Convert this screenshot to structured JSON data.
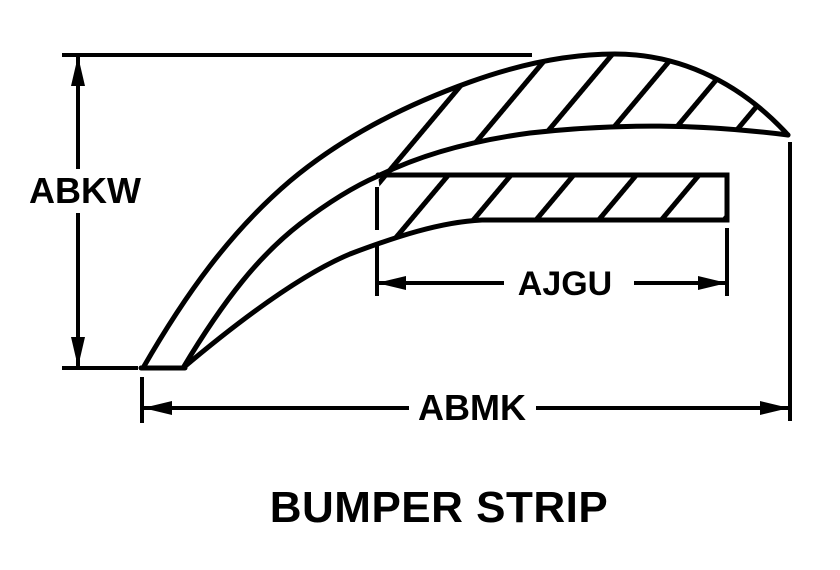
{
  "canvas": {
    "background_color": "#ffffff",
    "line_color": "#000000"
  },
  "diagram": {
    "title": "BUMPER STRIP",
    "dimensions": {
      "height_label": "ABKW",
      "insert_width_label": "AJGU",
      "overall_width_label": "ABMK"
    }
  }
}
